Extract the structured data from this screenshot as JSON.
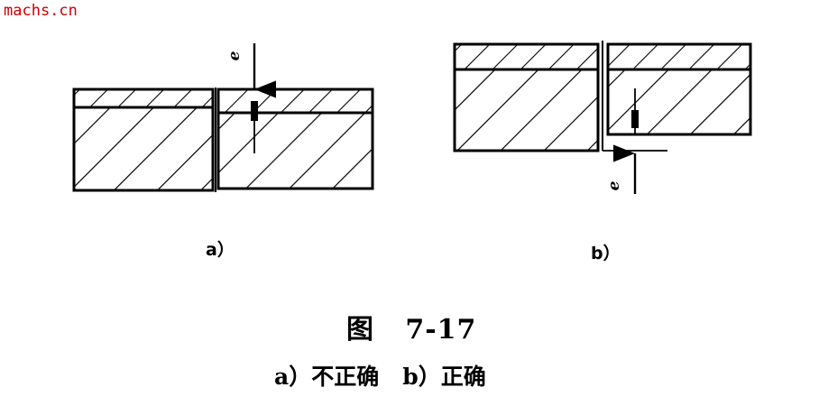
{
  "watermark": {
    "text": "machs.cn",
    "color": "#cc0000"
  },
  "diagram_a": {
    "label": "a）",
    "dim_symbol": "e"
  },
  "diagram_b": {
    "label": "b）",
    "dim_symbol": "e"
  },
  "figure": {
    "title": "图   7-17",
    "caption": "a）不正确   b）正确"
  },
  "colors": {
    "ink": "#000000",
    "background": "#ffffff"
  }
}
